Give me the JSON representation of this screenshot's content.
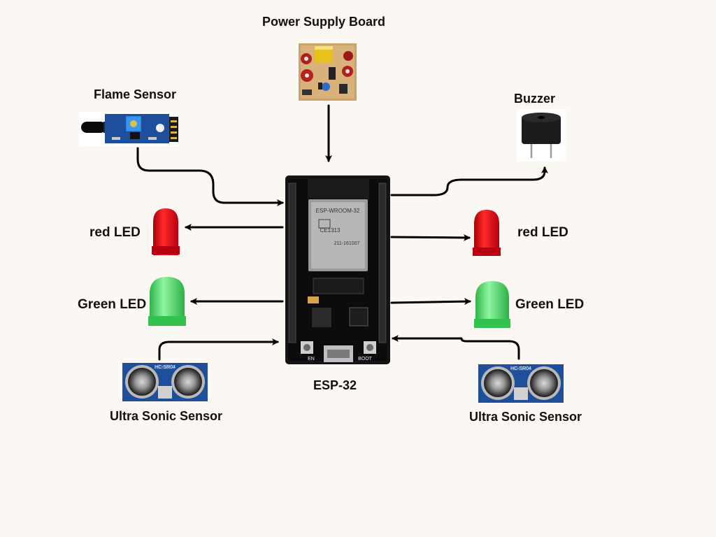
{
  "labels": {
    "power_supply": "Power Supply Board",
    "flame_sensor": "Flame Sensor",
    "buzzer": "Buzzer",
    "red_led_left": "red LED",
    "red_led_right": "red LED",
    "green_led_left": "Green LED",
    "green_led_right": "Green LED",
    "esp32": "ESP-32",
    "ultrasonic_left": "Ultra Sonic Sensor",
    "ultrasonic_right": "Ultra Sonic Sensor"
  },
  "board_text": {
    "module": "ESP-WROOM-32",
    "cert": "211-161007",
    "ce": "CE1313",
    "boot": "BOOT",
    "en": "EN"
  },
  "sensor_text": {
    "hc_left": "HC-SR04",
    "hc_right": "HC-SR04"
  },
  "colors": {
    "background": "#fbf7f2",
    "arrow": "#000000",
    "led_red": "#e0141a",
    "led_green": "#3fd05a",
    "pcb_blue": "#1e4f9c",
    "board_black": "#151515"
  }
}
